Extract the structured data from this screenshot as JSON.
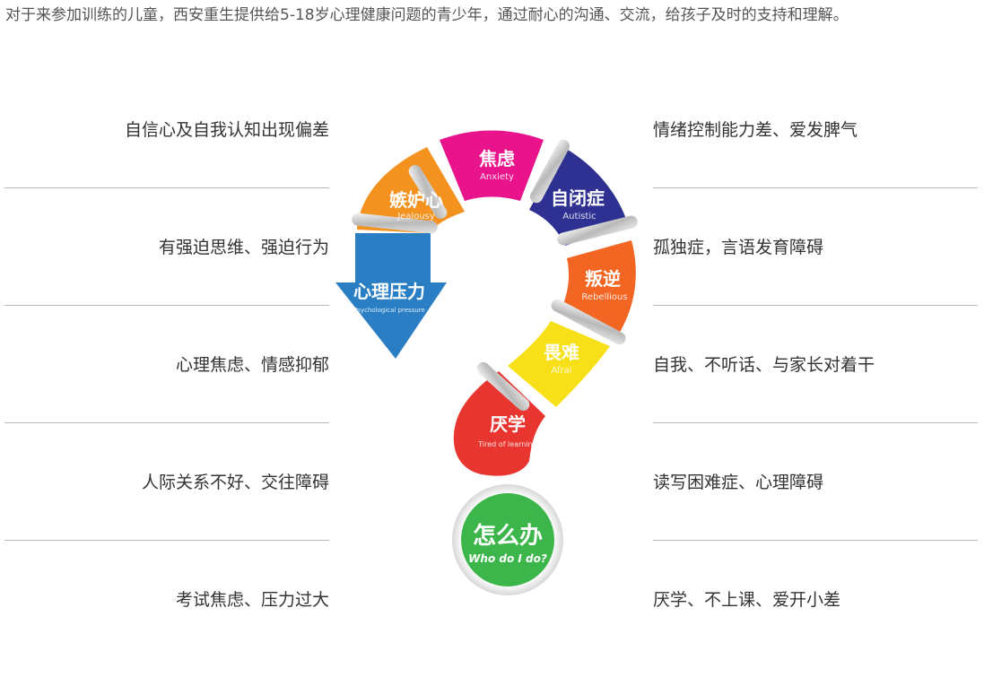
{
  "intro_text": "对于来参加训练的儿童，西安重生提供给5-18岁心理健康问题的青少年，通过耐心的沟通、交流，给孩子及时的支持和理解。",
  "left_items": [
    "自信心及自我认知出现偏差",
    "有强迫思维、强迫行为",
    "心理焦虑、情感抑郁",
    "人际关系不好、交往障碍",
    "考试焦虑、压力过大"
  ],
  "right_items": [
    "情绪控制能力差、爱发脾气",
    "孤独症，言语发育障碍",
    "自我、不听话、与家长对着干",
    "读写困难症、心理障碍",
    "厌学、不上课、爱开小差"
  ],
  "segments": [
    {
      "cn": "心理压力",
      "en": "Psychological pressure",
      "color": "#2a7fc4"
    },
    {
      "cn": "嫉妒心",
      "en": "Jealousy",
      "color": "#f4921f"
    },
    {
      "cn": "焦虑",
      "en": "Anxiety",
      "color": "#e9148c"
    },
    {
      "cn": "自闭症",
      "en": "Autistic",
      "color": "#2e3191"
    },
    {
      "cn": "叛逆",
      "en": "Rebellious",
      "color": "#f26522"
    },
    {
      "cn": "畏难",
      "en": "Afrai",
      "color": "#f7e017"
    },
    {
      "cn": "厌学",
      "en": "Tired of learning",
      "color": "#e8352f"
    }
  ],
  "circle": {
    "cn": "怎么办",
    "en": "Who do I do?",
    "color": "#3cb64a"
  }
}
